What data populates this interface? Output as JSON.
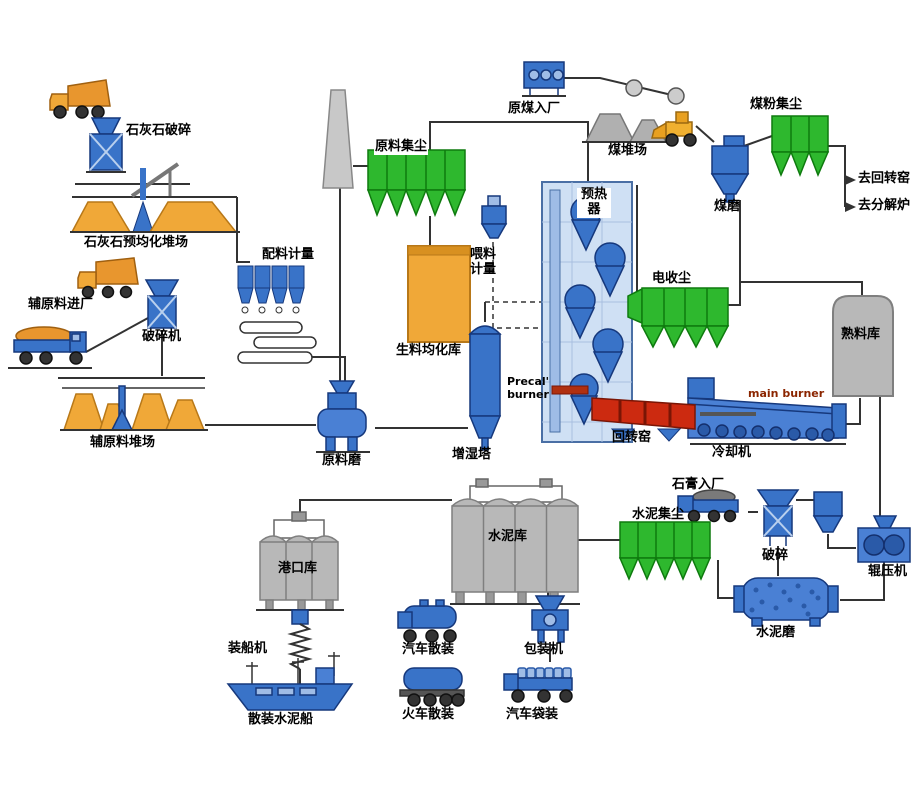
{
  "diagram": {
    "type": "process-flow",
    "subject": "cement production line flow diagram",
    "labels": {
      "limestone_crushing": "石灰石破碎",
      "limestone_preblending_yard": "石灰石预均化堆场",
      "aux_material_entry": "辅原料进厂",
      "crusher_machine": "破碎机",
      "aux_material_yard": "辅原料堆场",
      "batching_metering": "配料计量",
      "raw_material_dust_collector": "原料集尘",
      "raw_meal_homogenizing_silo": "生料均化库",
      "feeding_metering": "喂料计量",
      "raw_mill": "原料磨",
      "humidifying_tower": "增湿塔",
      "preheater": "预热器",
      "raw_coal_entry": "原煤入厂",
      "coal_yard": "煤堆场",
      "coal_powder_dust_collector": "煤粉集尘",
      "coal_mill": "煤磨",
      "to_rotary_kiln": "去回转窑",
      "to_calciner": "去分解炉",
      "electrostatic_precipitator": "电收尘",
      "clinker_silo": "熟料库",
      "precal_burner": "Precal' burner",
      "main_burner": "main burner",
      "rotary_kiln": "回转窑",
      "cooler": "冷却机",
      "roller_press": "辊压机",
      "gypsum_entry": "石膏入厂",
      "gypsum_crushing": "破碎",
      "cement_dust_collector": "水泥集尘",
      "cement_mill": "水泥磨",
      "cement_silo": "水泥库",
      "port_silo": "港口库",
      "ship_loader": "装船机",
      "bulk_cement_ship": "散装水泥船",
      "truck_bulk_loading": "汽车散装",
      "train_bulk_loading": "火车散装",
      "packing_machine": "包装机",
      "truck_bag_loading": "汽车袋装"
    },
    "colors": {
      "equipment_blue": "#3973c8",
      "dust_collector_green": "#2eb82e",
      "material_orange": "#f0a838",
      "kiln_red": "#cc2a10",
      "silo_gray": "#b8b8b8",
      "connector_dark": "#333333",
      "burner_text_red": "#8b2500",
      "background": "#ffffff"
    }
  }
}
